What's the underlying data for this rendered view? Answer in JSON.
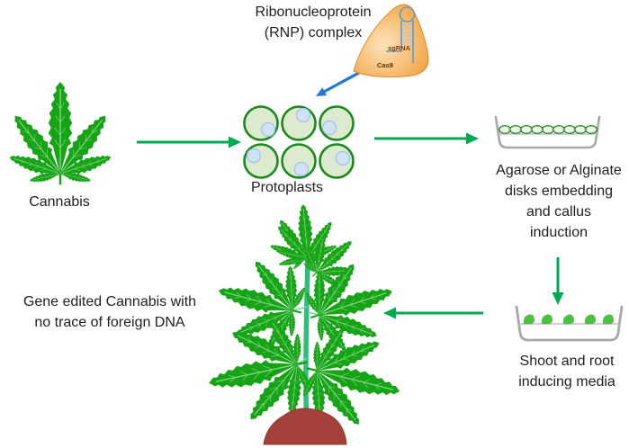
{
  "figure": {
    "title_line1": "Ribonucleoprotein",
    "title_line2": "(RNP) complex",
    "type": "workflow-diagram"
  },
  "rnp": {
    "sgrna_label": "sgRNA",
    "cas9_label": "Cas9"
  },
  "nodes": {
    "cannabis": {
      "label": "Cannabis"
    },
    "protoplasts": {
      "label": "Protoplasts"
    },
    "agarose": {
      "lines": [
        "Agarose or Alginate",
        "disks embedding",
        "and callus",
        "induction"
      ]
    },
    "shoot": {
      "lines": [
        "Shoot and root",
        "inducing media"
      ]
    },
    "gene_edited": {
      "lines": [
        "Gene edited Cannabis with",
        "no trace of foreign DNA"
      ]
    }
  },
  "icons": {
    "cannabis-leaf-icon": "seven-leaflet cannabis leaf",
    "rnp-complex-icon": "orange Cas9 blob with blue sgRNA hairpin",
    "protoplasts-icon": "six round green cells with blue nuclei",
    "agarose-dish-icon": "gray dish with row of green disks",
    "shoot-dish-icon": "gray dish with five green shoots",
    "plant-icon": "cannabis plant in soil mound",
    "arrow-icon": "green workflow arrow",
    "rnp-arrow-icon": "blue delivery arrow"
  },
  "colors": {
    "arrow_green": "#00ab50",
    "arrow_blue": "#2079d5",
    "leaf_green": "#16a316",
    "leaf_vein": "#7fd67f",
    "stem_green": "#2fbd7a",
    "branch_green": "#6fd9a0",
    "soil_brown": "#a5413a",
    "dish_gray": "#a8a8a8",
    "protoplast_fill": "#dcead0",
    "protoplast_stroke": "#1b8a1b",
    "nucleus_fill": "#d2e2f5",
    "nucleus_stroke": "#9fc2e8",
    "rnp_orange": "#f0a03c",
    "rnp_orange_light": "#fde3bb",
    "sgrna_blue": "#5b9bd5",
    "shoot_green": "#4cc13f",
    "disk_fill": "#ecf5e6",
    "disk_stroke": "#2e8b2e",
    "text": "#1f1f1f"
  }
}
